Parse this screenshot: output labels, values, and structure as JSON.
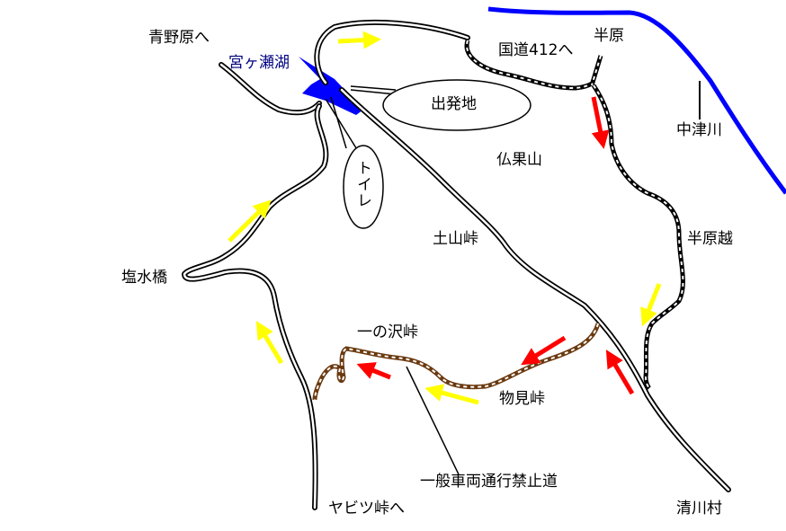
{
  "labels": {
    "aonohara": "青野原へ",
    "miyagase_lake": "宮ヶ瀬湖",
    "route412": "国道412へ",
    "hanbara": "半原",
    "nakatsu_river": "中津川",
    "start_point": "出発地",
    "toilet": "トイレ",
    "bukkasan": "仏果山",
    "tsuchiyama_pass": "土山峠",
    "hanbara_goe": "半原越",
    "shiomizu_bridge": "塩水橋",
    "ichinosawa_pass": "一の沢峠",
    "monomi_pass": "物見峠",
    "no_general_traffic_road": "一般車両通行禁止道",
    "yabitsu_pass": "ヤビツ峠へ",
    "kiyokawa_village": "清川村"
  },
  "colors": {
    "river": "#0000ff",
    "lake": "#0000ff",
    "arrow_outbound": "#ffff00",
    "arrow_return": "#ff0000",
    "forest_road": "#6b3a10",
    "road": "#000000"
  }
}
